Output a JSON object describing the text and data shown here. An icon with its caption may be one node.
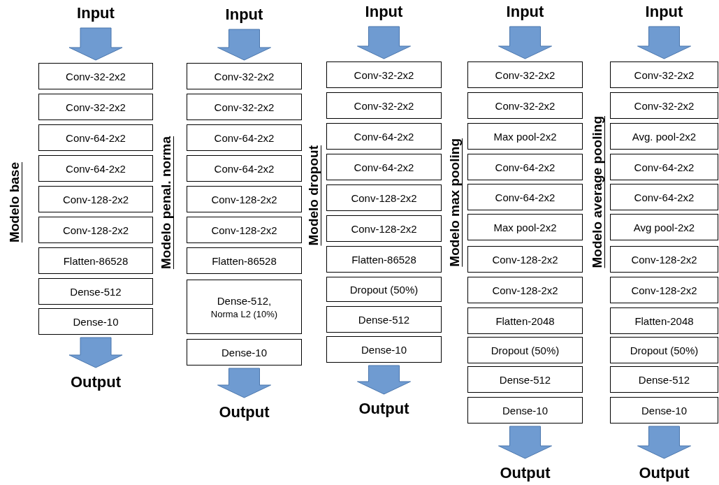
{
  "diagram": {
    "nodes": [
      {
        "text": [
          "Input"
        ]
      },
      {
        "text": [
          "Conv-32-2x2"
        ]
      },
      {
        "text": [
          "Conv-32-2x2"
        ]
      },
      {
        "text": [
          "Conv-64-2x2"
        ]
      },
      {
        "text": [
          "Conv-64-2x2"
        ]
      },
      {
        "text": [
          "Conv-128-2x2"
        ]
      },
      {
        "text": [
          "Conv-128-2x2"
        ]
      },
      {
        "text": [
          "Flatten-86528"
        ]
      },
      {
        "text": [
          "Dense-512"
        ]
      },
      {
        "text": [
          "Dense-10"
        ]
      },
      {
        "text": [
          "Output"
        ]
      },
      {
        "text": [
          "Input"
        ]
      },
      {
        "text": [
          "Conv-32-2x2"
        ]
      },
      {
        "text": [
          "Conv-32-2x2"
        ]
      },
      {
        "text": [
          "Conv-64-2x2"
        ]
      },
      {
        "text": [
          "Conv-64-2x2"
        ]
      },
      {
        "text": [
          "Conv-128-2x2"
        ]
      },
      {
        "text": [
          "Conv-128-2x2"
        ]
      },
      {
        "text": [
          "Flatten-86528"
        ]
      },
      {
        "text": [
          "Dense-512,",
          "Norma L2 (10%)"
        ]
      },
      {
        "text": [
          "Dense-10"
        ]
      },
      {
        "text": [
          "Output"
        ]
      },
      {
        "text": [
          "Input"
        ]
      },
      {
        "text": [
          "Conv-32-2x2"
        ]
      },
      {
        "text": [
          "Conv-32-2x2"
        ]
      },
      {
        "text": [
          "Conv-64-2x2"
        ]
      },
      {
        "text": [
          "Conv-64-2x2"
        ]
      },
      {
        "text": [
          "Conv-128-2x2"
        ]
      },
      {
        "text": [
          "Conv-128-2x2"
        ]
      },
      {
        "text": [
          "Flatten-86528"
        ]
      },
      {
        "text": [
          "Dropout (50%)"
        ]
      },
      {
        "text": [
          "Dense-512"
        ]
      },
      {
        "text": [
          "Dense-10"
        ]
      },
      {
        "text": [
          "Output"
        ]
      },
      {
        "text": [
          "Input"
        ]
      },
      {
        "text": [
          "Conv-32-2x2"
        ]
      },
      {
        "text": [
          "Conv-32-2x2"
        ]
      },
      {
        "text": [
          "Max pool-2x2"
        ]
      },
      {
        "text": [
          "Conv-64-2x2"
        ]
      },
      {
        "text": [
          "Conv-64-2x2"
        ]
      },
      {
        "text": [
          "Max pool-2x2"
        ]
      },
      {
        "text": [
          "Conv-128-2x2"
        ]
      },
      {
        "text": [
          "Conv-128-2x2"
        ]
      },
      {
        "text": [
          "Flatten-2048"
        ]
      },
      {
        "text": [
          "Dropout (50%)"
        ]
      },
      {
        "text": [
          "Dense-512"
        ]
      },
      {
        "text": [
          "Dense-10"
        ]
      },
      {
        "text": [
          "Output"
        ]
      },
      {
        "text": [
          "Input"
        ]
      },
      {
        "text": [
          "Conv-32-2x2"
        ]
      },
      {
        "text": [
          "Conv-32-2x2"
        ]
      },
      {
        "text": [
          "Avg. pool-2x2"
        ]
      },
      {
        "text": [
          "Conv-64-2x2"
        ]
      },
      {
        "text": [
          "Conv-64-2x2"
        ]
      },
      {
        "text": [
          "Avg pool-2x2"
        ]
      },
      {
        "text": [
          "Conv-128-2x2"
        ]
      },
      {
        "text": [
          "Conv-128-2x2"
        ]
      },
      {
        "text": [
          "Flatten-2048"
        ]
      },
      {
        "text": [
          "Dropout (50%)"
        ]
      },
      {
        "text": [
          "Dense-512"
        ]
      },
      {
        "text": [
          "Dense-10"
        ]
      },
      {
        "text": [
          "Output"
        ]
      }
    ],
    "edges": [
      {
        "from": 0,
        "to": 1,
        "arrow": "to"
      },
      {
        "from": 9,
        "to": 10,
        "arrow": "to"
      },
      {
        "from": 11,
        "to": 12,
        "arrow": "to"
      },
      {
        "from": 20,
        "to": 21,
        "arrow": "to"
      },
      {
        "from": 22,
        "to": 23,
        "arrow": "to"
      },
      {
        "from": 32,
        "to": 33,
        "arrow": "to"
      },
      {
        "from": 34,
        "to": 35,
        "arrow": "to"
      },
      {
        "from": 46,
        "to": 47,
        "arrow": "to"
      },
      {
        "from": 48,
        "to": 49,
        "arrow": "to"
      },
      {
        "from": 60,
        "to": 61,
        "arrow": "to"
      }
    ],
    "labels": [
      "Modelo base",
      "Modelo penal. norma",
      "Modelo dropout",
      "Modelo max pooling",
      "Modelo average pooling"
    ]
  }
}
